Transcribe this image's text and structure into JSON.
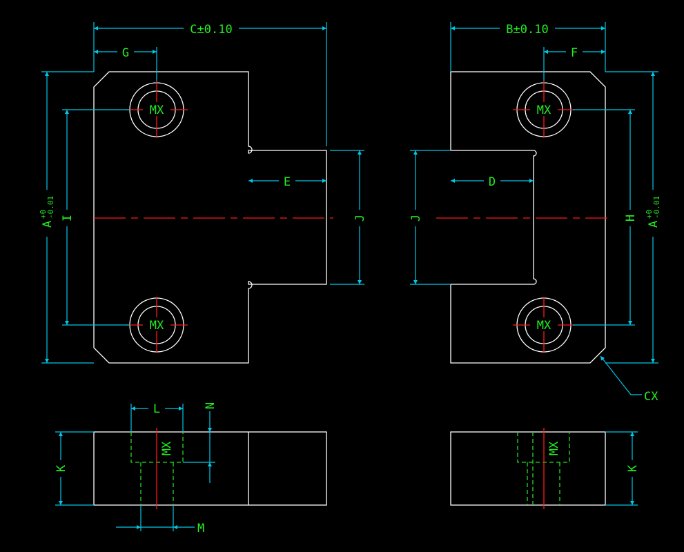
{
  "labels": {
    "c_dim": "C±0.10",
    "b_dim": "B±0.10",
    "g": "G",
    "f": "F",
    "e": "E",
    "d": "D",
    "i": "I",
    "j": "J",
    "h": "H",
    "a": "A",
    "a_tol_plus": "+0",
    "a_tol_minus": "-0.01",
    "mx": "MX",
    "l": "L",
    "n": "N",
    "m": "M",
    "k": "K",
    "cx": "CX"
  },
  "colors": {
    "outline": "#ffffff",
    "dimension": "#00c8e8",
    "centerline": "#ff1a1a",
    "hidden": "#22dd22",
    "text": "#22ee22",
    "background": "#000000"
  }
}
